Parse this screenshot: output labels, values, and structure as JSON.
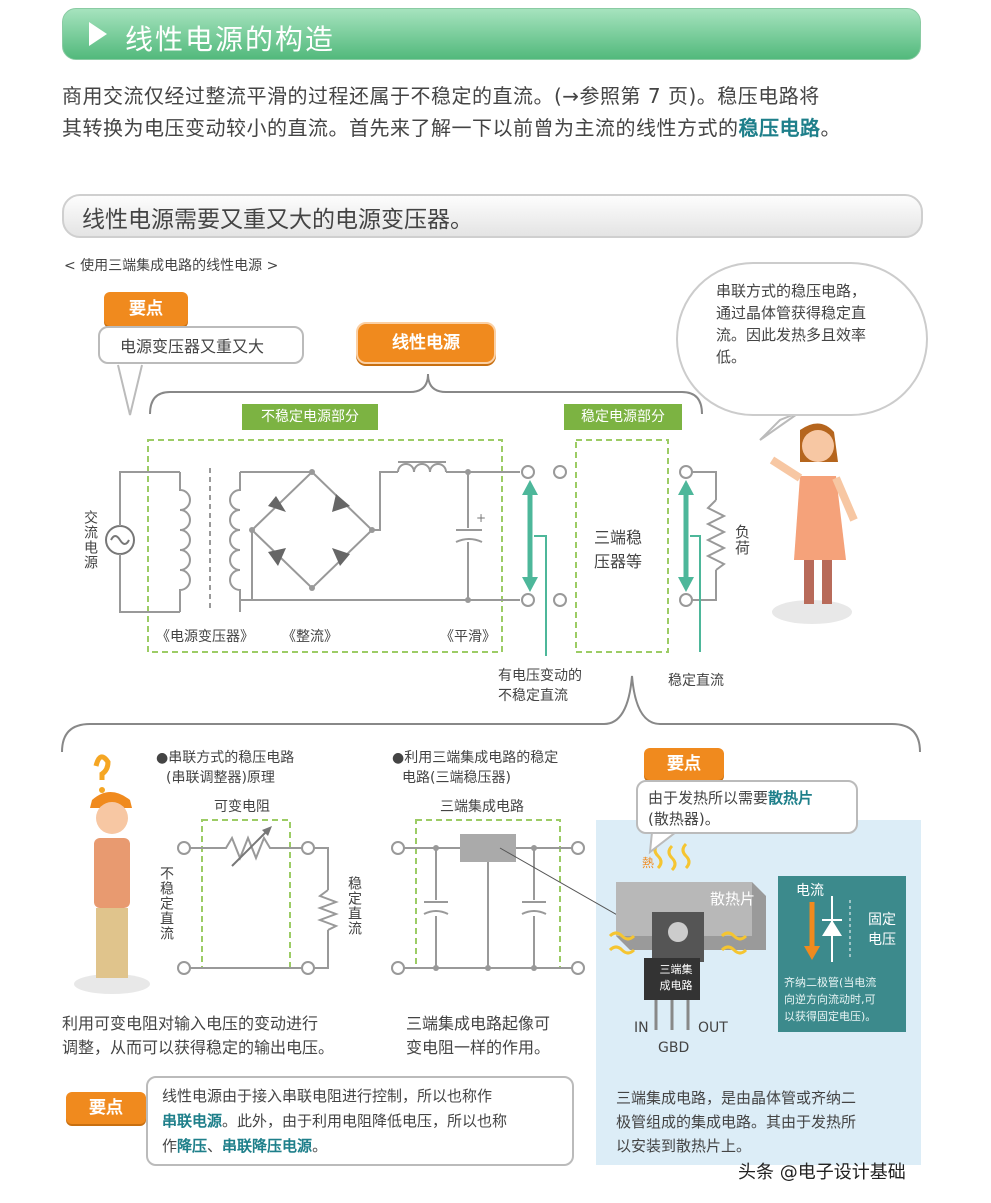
{
  "header": {
    "title": "线性电源的构造"
  },
  "intro": {
    "line1": "商用交流仅经过整流平滑的过程还属于不稳定的直流。(→参照第 7 页)。稳压电路将",
    "line2_pre": "其转换为电压变动较小的直流。首先来了解一下以前曾为主流的线性方式的",
    "line2_hl": "稳压电路",
    "line2_post": "。"
  },
  "section": {
    "title": "线性电源需要又重又大的电源变压器。"
  },
  "diagram": {
    "caption": "< 使用三端集成电路的线性电源 >",
    "point_tag": "要点",
    "point1": "电源变压器又重又大",
    "linear_tag": "线性电源",
    "unstable_tag": "不稳定电源部分",
    "stable_tag": "稳定电源部分",
    "ac_source": "交流电源",
    "transformer": "《电源变压器》",
    "rectify": "《整流》",
    "smooth": "《平滑》",
    "regulator": "三端稳压器等",
    "load": "负荷",
    "unstable_dc_1": "有电压变动的",
    "unstable_dc_2": "不稳定直流",
    "stable_dc": "稳定直流",
    "speech_1": "串联方式的稳压电路，",
    "speech_2": "通过晶体管获得稳定直",
    "speech_3": "流。因此发热多且效率",
    "speech_4": "低。"
  },
  "series": {
    "title_1": "●串联方式的稳压电路",
    "title_2": "(串联调整器)原理",
    "var_res": "可变电阻",
    "unstable": "不稳定直流",
    "stable": "稳定直流",
    "desc_1": "利用可变电阻对输入电压的变动进行",
    "desc_2": "调整，从而可以获得稳定的输出电压。"
  },
  "three_term": {
    "title_1": "●利用三端集成电路的稳定",
    "title_2": "电路(三端稳压器)",
    "ic": "三端集成电路",
    "desc_1": "三端集成电路起像可",
    "desc_2": "变电阻一样的作用。"
  },
  "heatsink": {
    "point_tag": "要点",
    "note_pre": "由于发热所以需要",
    "note_hl": "散热片",
    "note_2": "(散热器)。",
    "heat": "熱",
    "sink_label": "散热片",
    "ic_1": "三端集",
    "ic_2": "成电路",
    "pin_in": "IN",
    "pin_out": "OUT",
    "pin_gbd": "GBD",
    "current": "电流",
    "fixed_v_1": "固定",
    "fixed_v_2": "电压",
    "zener_1": "齐纳二极管(当电流",
    "zener_2": "向逆方向流动时,可",
    "zener_3": "以获得固定电压)。",
    "desc_1": "三端集成电路，是由晶体管或齐纳二",
    "desc_2": "极管组成的集成电路。其由于发热所",
    "desc_3": "以安装到散热片上。"
  },
  "bottom_point": {
    "tag": "要点",
    "l1": "线性电源由于接入串联电阻进行控制，所以也称作",
    "l2_hl": "串联电源",
    "l2_post": "。此外，由于利用电阻降低电压，所以也称",
    "l3_pre": "作",
    "l3_hl1": "降压",
    "l3_mid": "、",
    "l3_hl2": "串联降压电源",
    "l3_post": "。"
  },
  "watermark": "头条 @电子设计基础",
  "colors": {
    "green": "#52b97c",
    "orange": "#f08a1e",
    "teal": "#1e7f8a",
    "lightblue": "#dcedf7",
    "arrow": "#4db79a"
  }
}
